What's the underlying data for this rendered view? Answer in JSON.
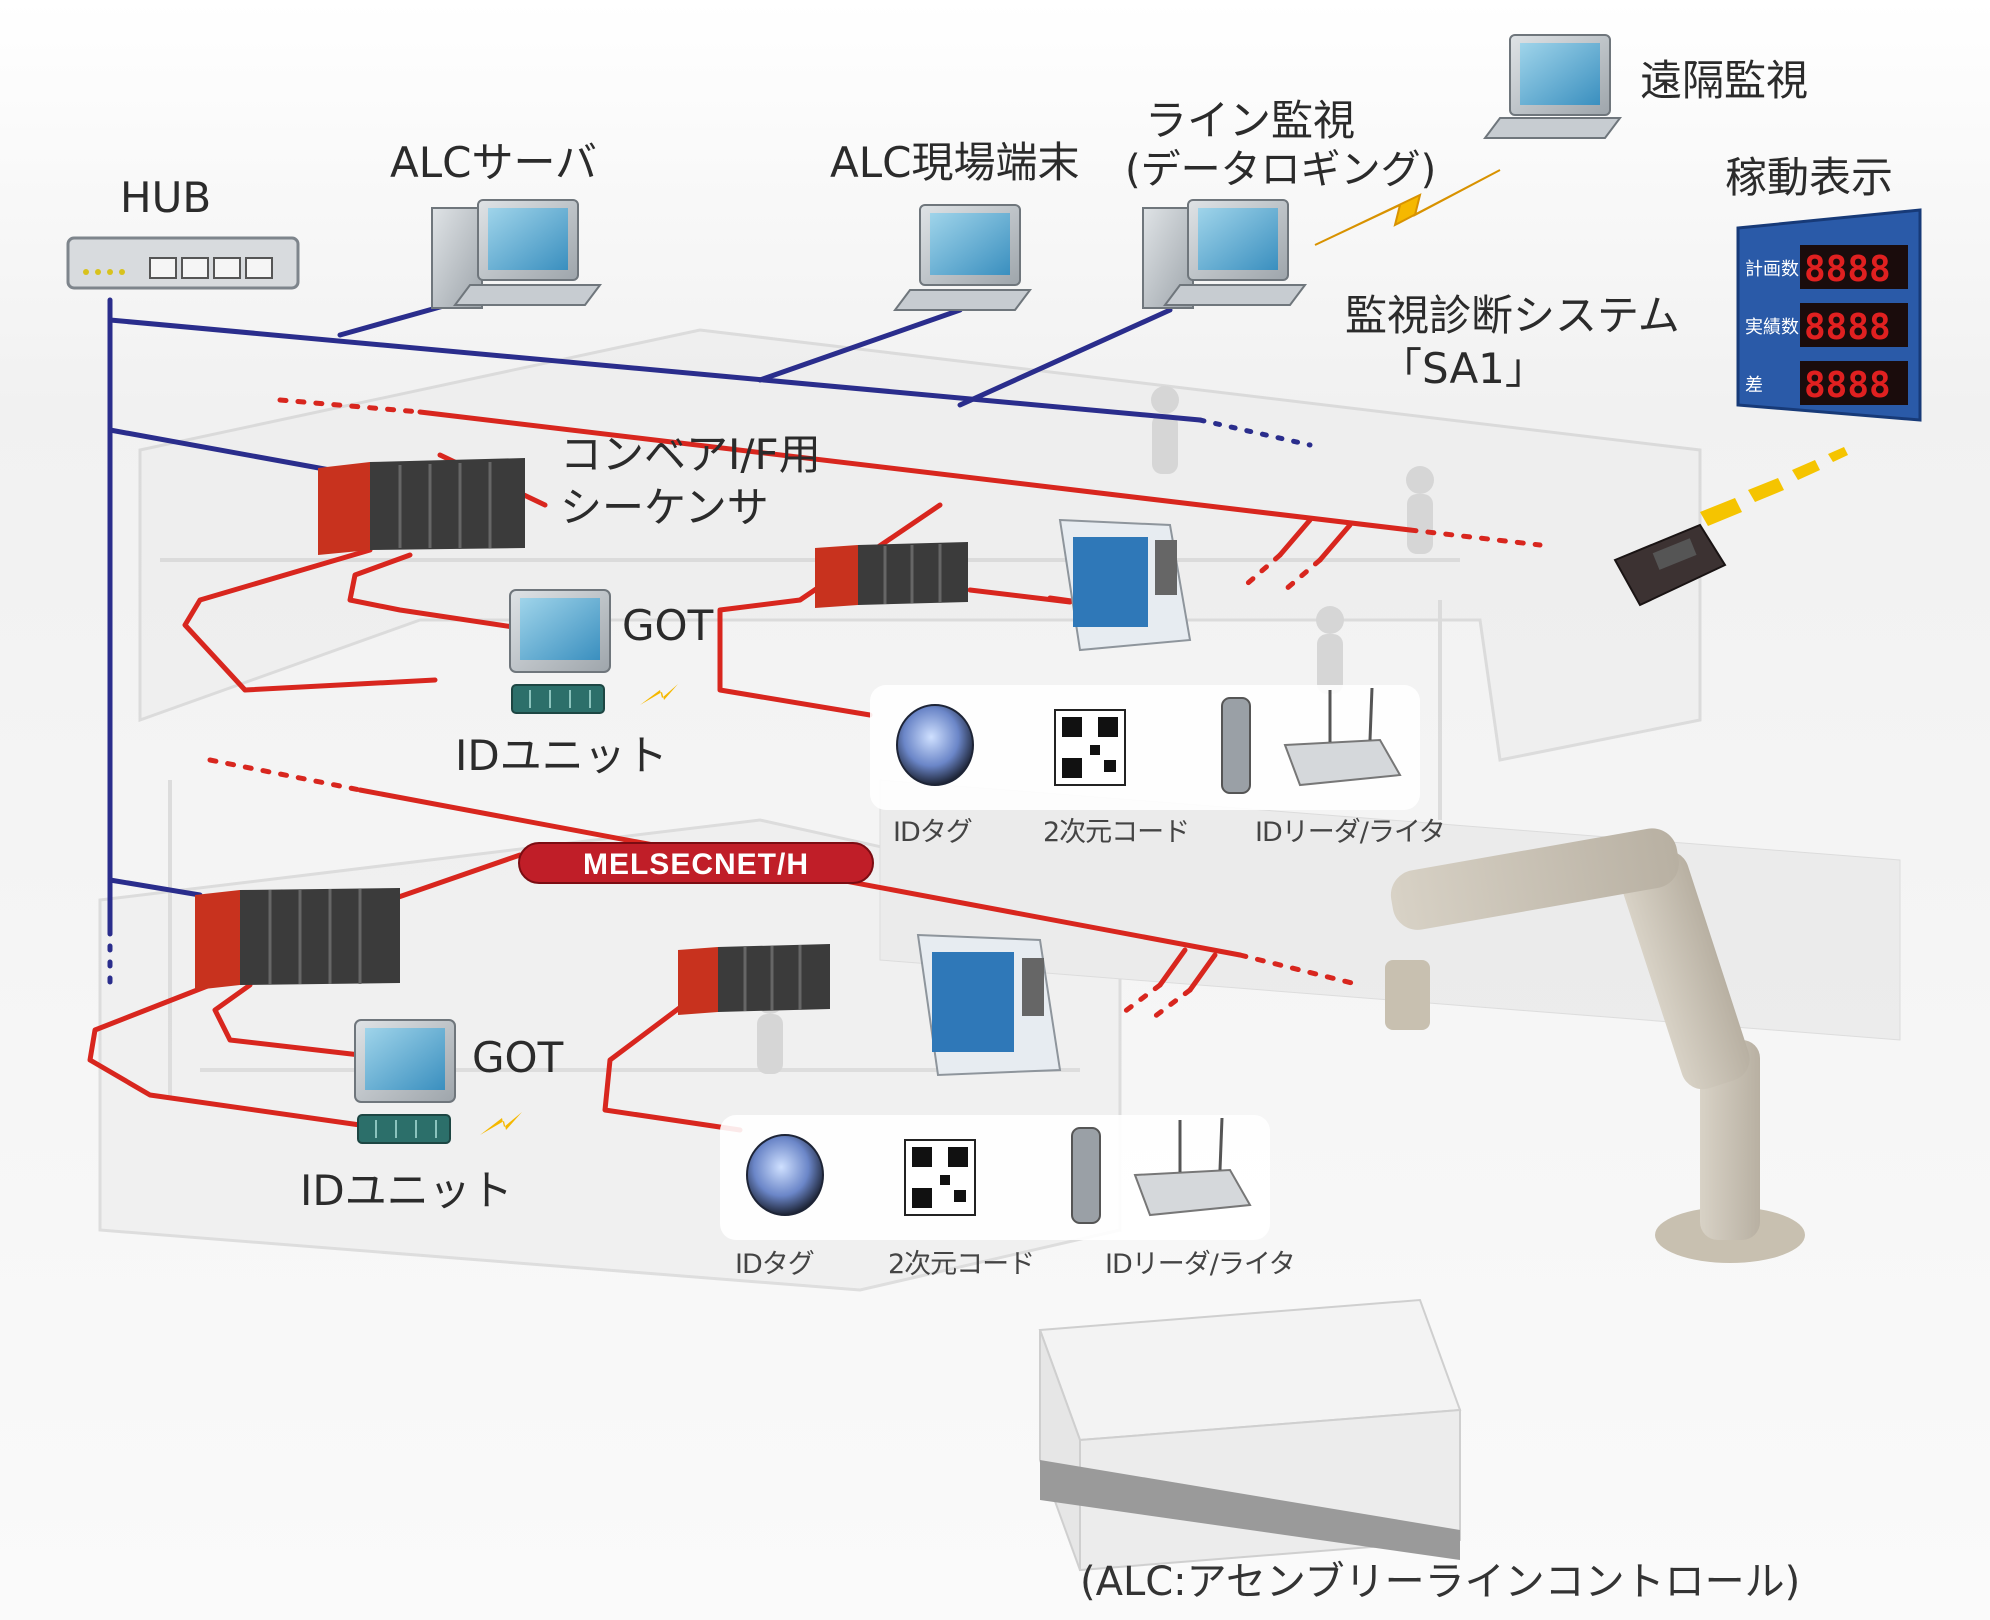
{
  "labels": {
    "hub": "HUB",
    "alc_server": "ALCサーバ",
    "alc_terminal": "ALC現場端末",
    "line_monitor_1": "ライン監視",
    "line_monitor_2": "(データロギング)",
    "remote_monitor": "遠隔監視",
    "operation_display": "稼動表示",
    "diag_system_1": "監視診断システム",
    "diag_system_2": "「SA1」",
    "conveyor_plc_1": "コンベアI/F用",
    "conveyor_plc_2": "シーケンサ",
    "got_upper": "GOT",
    "got_lower": "GOT",
    "id_unit_upper": "IDユニット",
    "id_unit_lower": "IDユニット",
    "network": "MELSECNET/H",
    "footnote": "(ALC:アセンブリーラインコントロール)"
  },
  "id_devices_upper": {
    "tag": "IDタグ",
    "code": "2次元コード",
    "reader": "IDリーダ/ライタ"
  },
  "id_devices_lower": {
    "tag": "IDタグ",
    "code": "2次元コード",
    "reader": "IDリーダ/ライタ"
  },
  "display_board": {
    "rows": [
      {
        "label": "計画数",
        "value": "8888"
      },
      {
        "label": "実績数",
        "value": "8888"
      },
      {
        "label": "差",
        "value": "8888"
      }
    ]
  },
  "colors": {
    "info_network": "#2a2d8c",
    "control_network": "#d8261e",
    "plc_red": "#c8321e",
    "plc_dark": "#3b3b3b",
    "display_blue": "#2a5aa8",
    "display_digit": "#e02020",
    "wireless_yellow": "#f5b800",
    "label_text": "#2b2b2b"
  }
}
